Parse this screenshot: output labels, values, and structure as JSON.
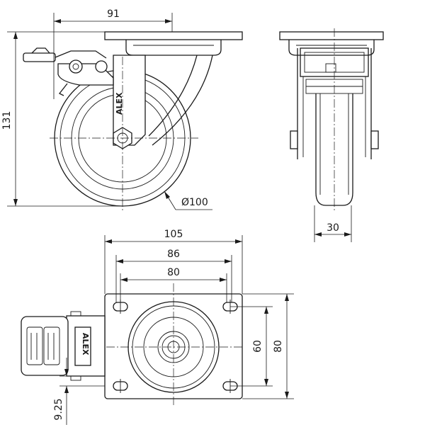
{
  "dimensions": {
    "overall_width_side": "91",
    "overall_height": "131",
    "wheel_diameter": "Ø100",
    "wheel_width": "30",
    "plate_length": "105",
    "hole_spacing_outer": "86",
    "hole_spacing_inner": "80",
    "hole_spacing_vertical_inner": "60",
    "plate_width": "80",
    "brake_offset": "9.25"
  },
  "brand_text": {
    "side_view": "ALEX",
    "top_view": "ALEX"
  }
}
